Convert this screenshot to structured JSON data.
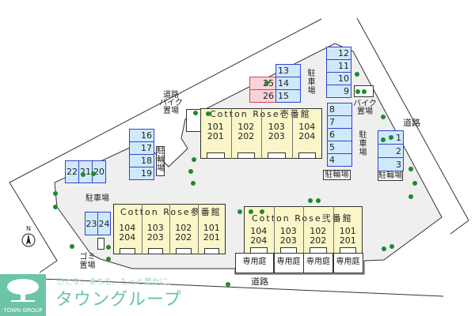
{
  "buildings": {
    "ichi": {
      "name": "Cotton Rose壱番館",
      "units": [
        [
          "101",
          "201"
        ],
        [
          "102",
          "202"
        ],
        [
          "103",
          "203"
        ],
        [
          "104",
          "204"
        ]
      ]
    },
    "san": {
      "name": "Cotton Rose参番館",
      "units": [
        [
          "104",
          "204"
        ],
        [
          "103",
          "203"
        ],
        [
          "102",
          "202"
        ],
        [
          "101",
          "201"
        ]
      ]
    },
    "ni": {
      "name": "Cotton Rose弐番館",
      "units": [
        [
          "104",
          "204"
        ],
        [
          "103",
          "203"
        ],
        [
          "102",
          "202"
        ],
        [
          "101",
          "201"
        ]
      ]
    }
  },
  "parking": {
    "top_red": [
      "25",
      "26"
    ],
    "top": [
      "13",
      "14",
      "15"
    ],
    "top_right": [
      "12",
      "11",
      "10",
      "9"
    ],
    "middle_right": [
      "8",
      "7",
      "6",
      "5",
      "4"
    ],
    "far_right": [
      "1",
      "2",
      "3"
    ],
    "left_column": [
      "16",
      "17",
      "18",
      "19"
    ],
    "left_row": [
      "22",
      "21",
      "20"
    ],
    "bottom_left": [
      "23",
      "24"
    ]
  },
  "labels": {
    "parking_top": "駐車場",
    "parking_right": "駐車場",
    "parking_left": "駐車場",
    "bike_right": "バイク置場",
    "bike_left": [
      "道路",
      "バイク",
      "置場"
    ],
    "bicycle_middle": "駐輪場",
    "bicycle_right": "駐輪場",
    "bicycle_left": "駐輪場",
    "garbage": "ゴミ置場",
    "road_right": "道路",
    "road_bottom": "道路",
    "private_garden": "専用庭",
    "north": "N"
  },
  "logo": {
    "company": "TOWN GROUP",
    "slogan": "ひとを、まちを、もっと豊かに。",
    "brand": "タウングループ"
  },
  "colors": {
    "parking": "#cfe9fb",
    "parking_reserved": "#f9d3d9",
    "building": "#fbf6c8",
    "tree": "#1f8a2a",
    "brand": "#5fc2a0"
  }
}
